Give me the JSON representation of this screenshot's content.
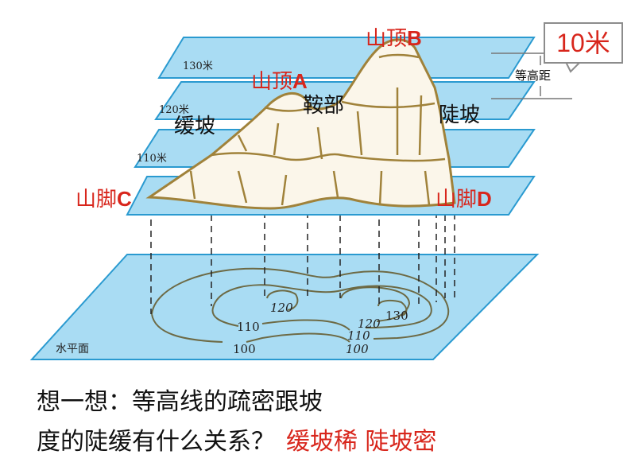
{
  "planes": {
    "p130": "130米",
    "p120": "120米",
    "p110": "110米",
    "horizontal": "水平面"
  },
  "labels": {
    "summit_b": {
      "text": "山顶",
      "letter": "B"
    },
    "summit_a": {
      "text": "山顶",
      "letter": "A"
    },
    "saddle": "鞍部",
    "gentle_slope": "缓坡",
    "steep_slope": "陡坡",
    "foot_c": {
      "text": "山脚",
      "letter": "C"
    },
    "foot_d": {
      "text": "山脚",
      "letter": "D"
    },
    "contour_interval": "等高距"
  },
  "callout": "10米",
  "contour_values": {
    "c120a": "120",
    "c130": "130",
    "c120b": "120",
    "c110a": "110",
    "c110b": "110",
    "c100a": "100",
    "c100b": "100"
  },
  "question": {
    "line1": "想一想：等高线的疏密跟坡",
    "line2": "度的陡缓有什么关系？",
    "answer": "缓坡稀 陡坡密"
  },
  "colors": {
    "plane": "#a9dcf3",
    "plane_edge": "#2a9ad0",
    "mountain": "#a0823a",
    "accent": "#d8261c"
  }
}
